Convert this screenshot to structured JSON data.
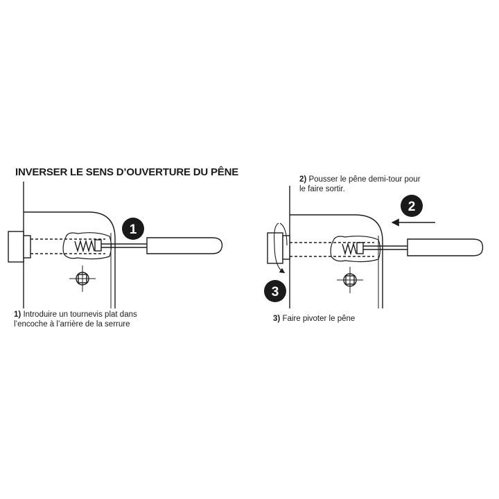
{
  "title": "INVERSER LE SENS D’OUVERTURE DU PÊNE",
  "steps": [
    {
      "number": "1",
      "prefix": "1)",
      "lines": [
        "Introduire un tournevis plat dans",
        "l’encoche à l’arrière de la serrure"
      ]
    },
    {
      "number": "2",
      "prefix": "2)",
      "lines": [
        "Pousser le pêne demi-tour pour",
        "le faire sortir."
      ]
    },
    {
      "number": "3",
      "prefix": "3)",
      "lines": [
        "Faire pivoter le pêne"
      ]
    }
  ],
  "colors": {
    "ink": "#1a1a1a",
    "background": "#ffffff"
  }
}
